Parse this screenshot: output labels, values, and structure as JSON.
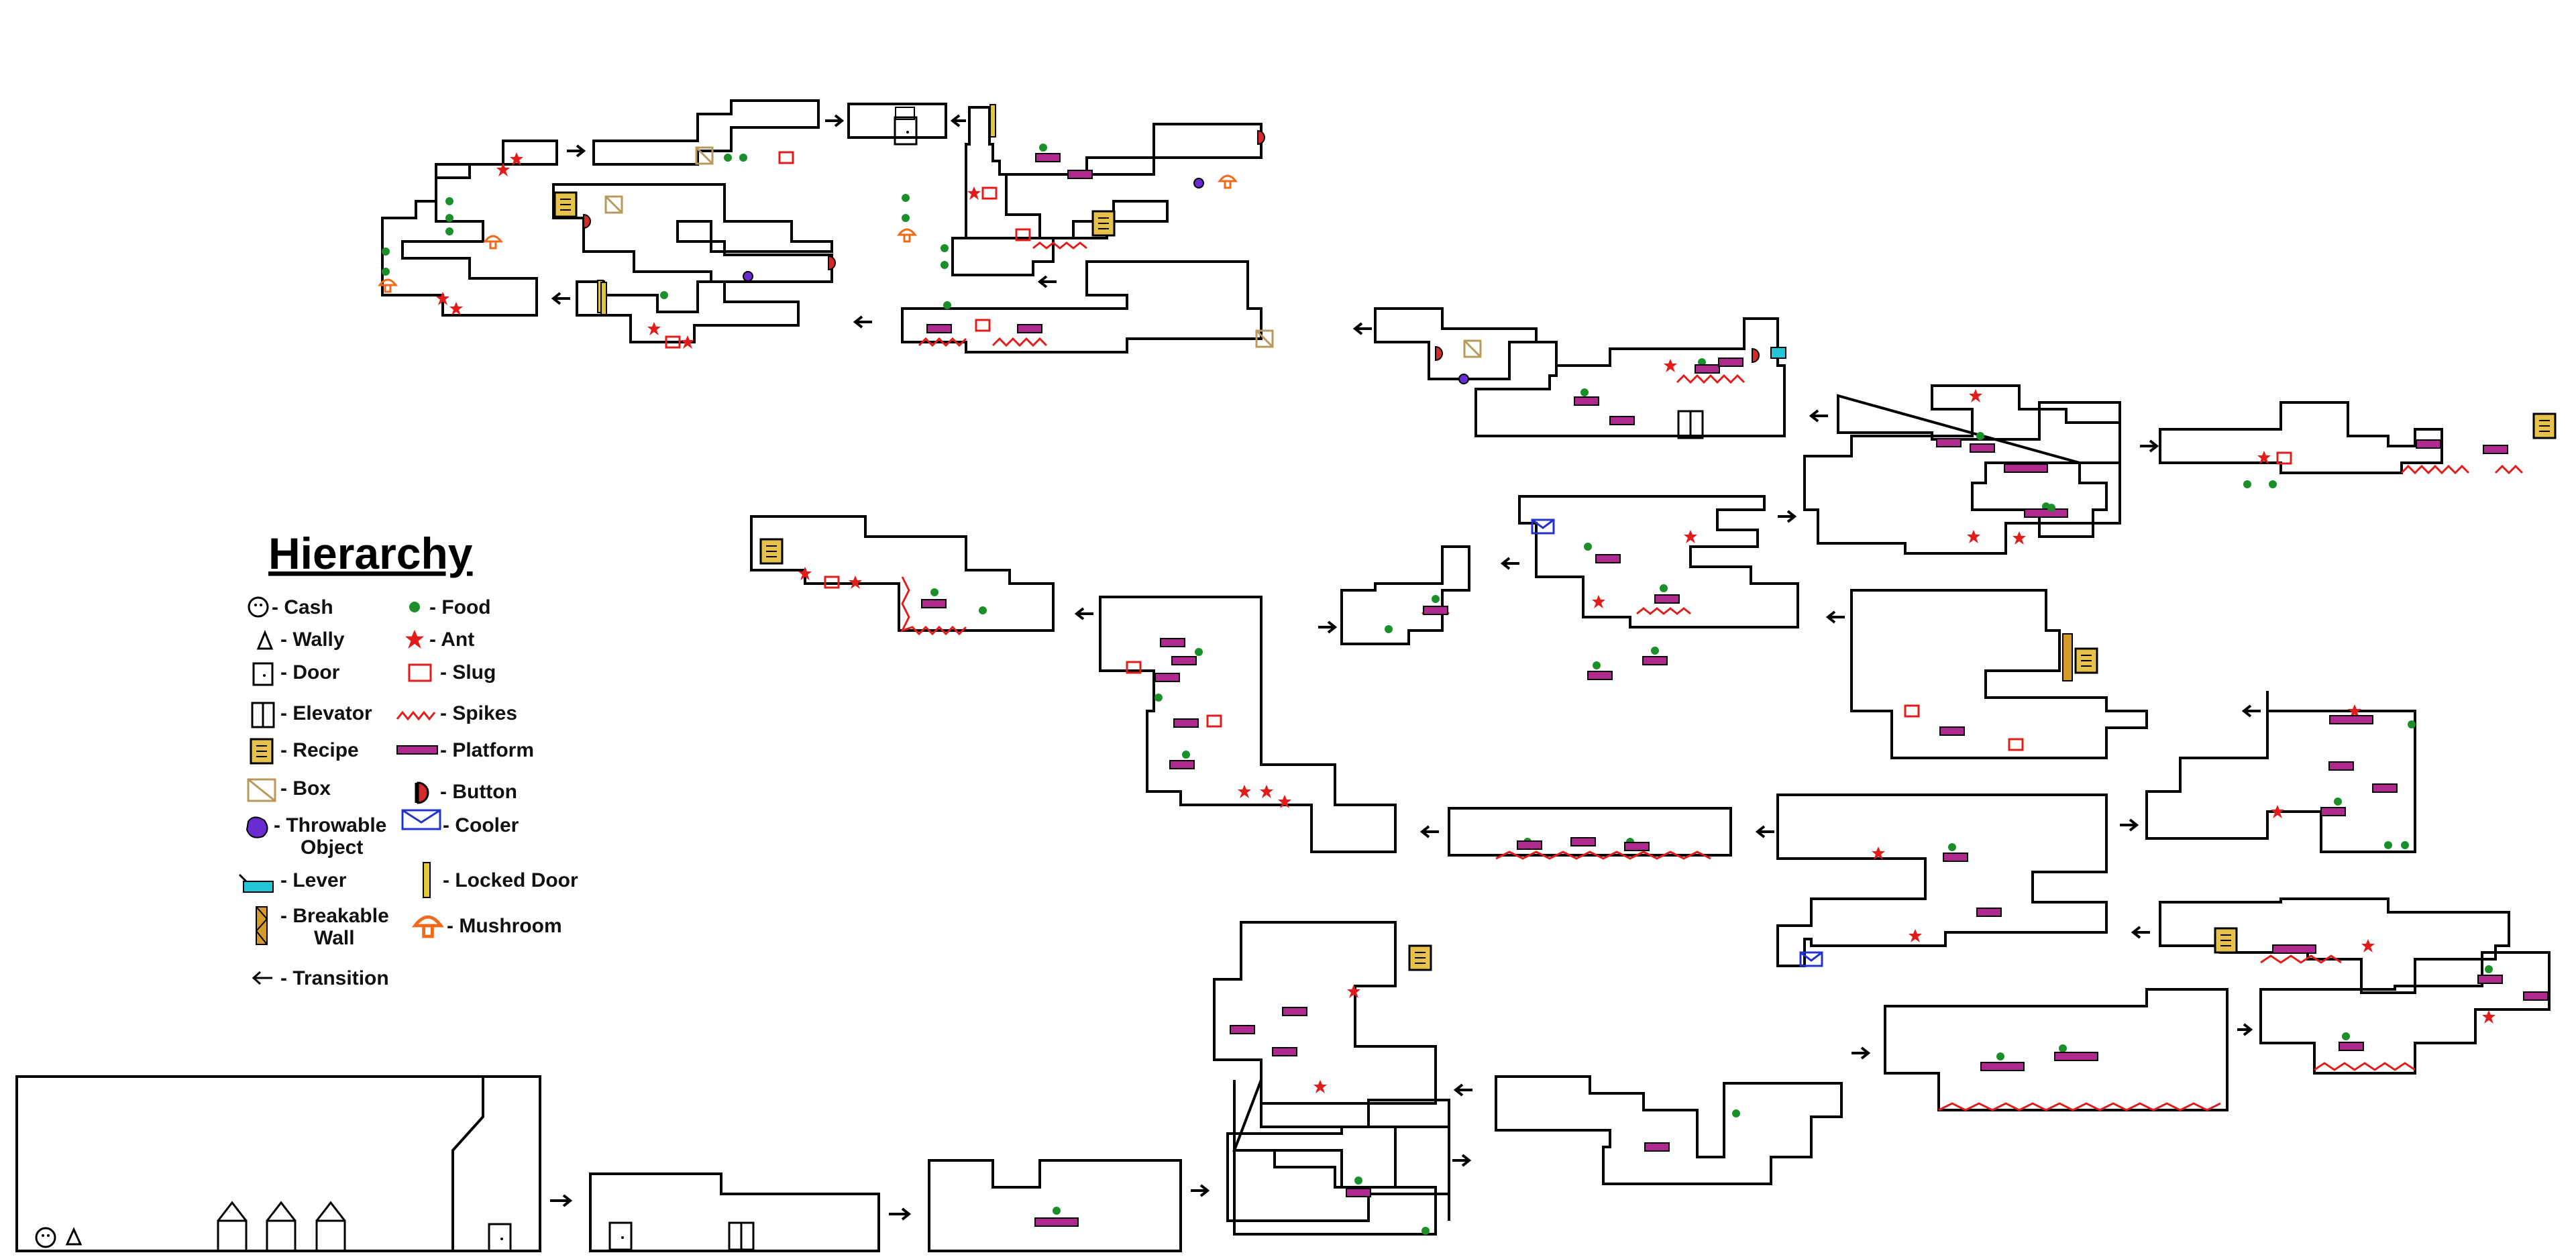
{
  "legend": {
    "title": "Hierarchy",
    "items": [
      {
        "icon": "cash-icon",
        "label": "- Cash"
      },
      {
        "icon": "food-icon",
        "label": "- Food"
      },
      {
        "icon": "wally-icon",
        "label": "- Wally"
      },
      {
        "icon": "ant-icon",
        "label": "- Ant"
      },
      {
        "icon": "door-icon",
        "label": "- Door"
      },
      {
        "icon": "slug-icon",
        "label": "- Slug"
      },
      {
        "icon": "elevator-icon",
        "label": "- Elevator"
      },
      {
        "icon": "spikes-icon",
        "label": "- Spikes"
      },
      {
        "icon": "recipe-icon",
        "label": "- Recipe"
      },
      {
        "icon": "platform-icon",
        "label": "- Platform"
      },
      {
        "icon": "box-icon",
        "label": "- Box"
      },
      {
        "icon": "button-icon",
        "label": "- Button"
      },
      {
        "icon": "throwable-object-icon",
        "label": "- Throwable",
        "label2": "Object"
      },
      {
        "icon": "cooler-icon",
        "label": "- Cooler"
      },
      {
        "icon": "lever-icon",
        "label": "- Lever"
      },
      {
        "icon": "locked-door-icon",
        "label": "- Locked Door"
      },
      {
        "icon": "breakable-wall-icon",
        "label": "- Breakable",
        "label2": "Wall"
      },
      {
        "icon": "mushroom-icon",
        "label": "- Mushroom"
      },
      {
        "icon": "transition-arrow-icon",
        "label": "- Transition"
      }
    ]
  },
  "colors": {
    "outline": "#000000",
    "food": "#1a8f2a",
    "ant": "#e21b1b",
    "slug": "#e21b1b",
    "spikes": "#e21b1b",
    "recipe": "#e6c24a",
    "platform": "#b0298f",
    "box": "#b89a5a",
    "button": "#d42a2a",
    "throwable": "#6a2bd1",
    "cooler": "#2233cc",
    "lever": "#22c6d6",
    "locked_door": "#e0c83a",
    "breakable_wall": "#d49a2a",
    "mushroom": "#f06a1a"
  }
}
